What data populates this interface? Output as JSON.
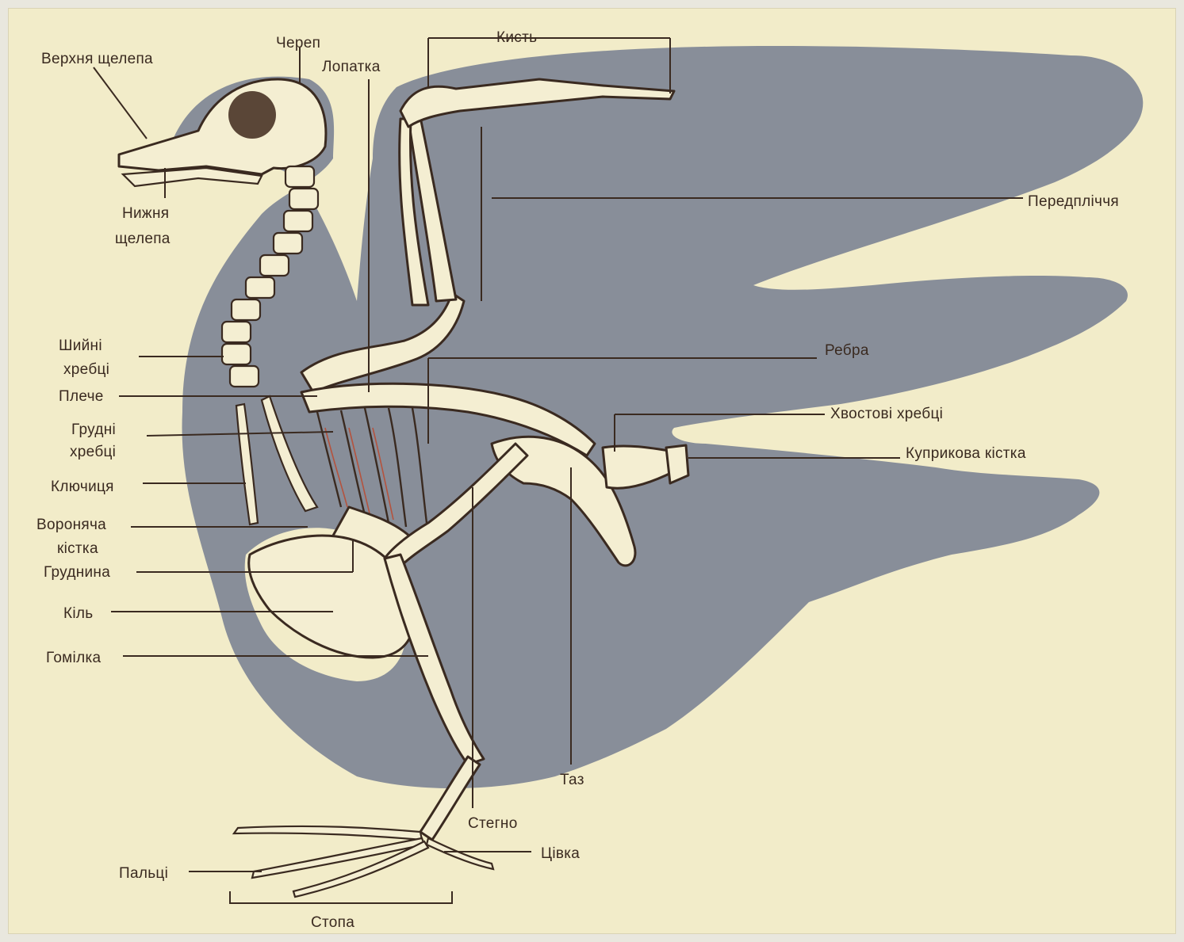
{
  "labels": {
    "upper_jaw": "Верхня щелепа",
    "skull": "Череп",
    "hand": "Кисть",
    "scapula": "Лопатка",
    "lower_jaw_1": "Нижня",
    "lower_jaw_2": "щелепа",
    "forearm": "Передпліччя",
    "cervical_1": "Шийні",
    "cervical_2": "хребці",
    "shoulder": "Плече",
    "ribs": "Ребра",
    "thoracic_1": "Грудні",
    "thoracic_2": "хребці",
    "caudal": "Хвостові хребці",
    "pygostyle": "Куприкова кістка",
    "clavicle": "Ключиця",
    "coracoid_1": "Воронячa",
    "coracoid_2": "кістка",
    "sternum": "Груднина",
    "keel": "Кіль",
    "tibia": "Гомілка",
    "pelvis": "Таз",
    "femur": "Стегно",
    "tarsus": "Цівка",
    "toes": "Пальці",
    "foot": "Стопа"
  },
  "colors": {
    "paper": "#f2ecc9",
    "silhouette": "#7f8695",
    "bone_fill": "#f4eed2",
    "ink": "#3a2a20"
  }
}
